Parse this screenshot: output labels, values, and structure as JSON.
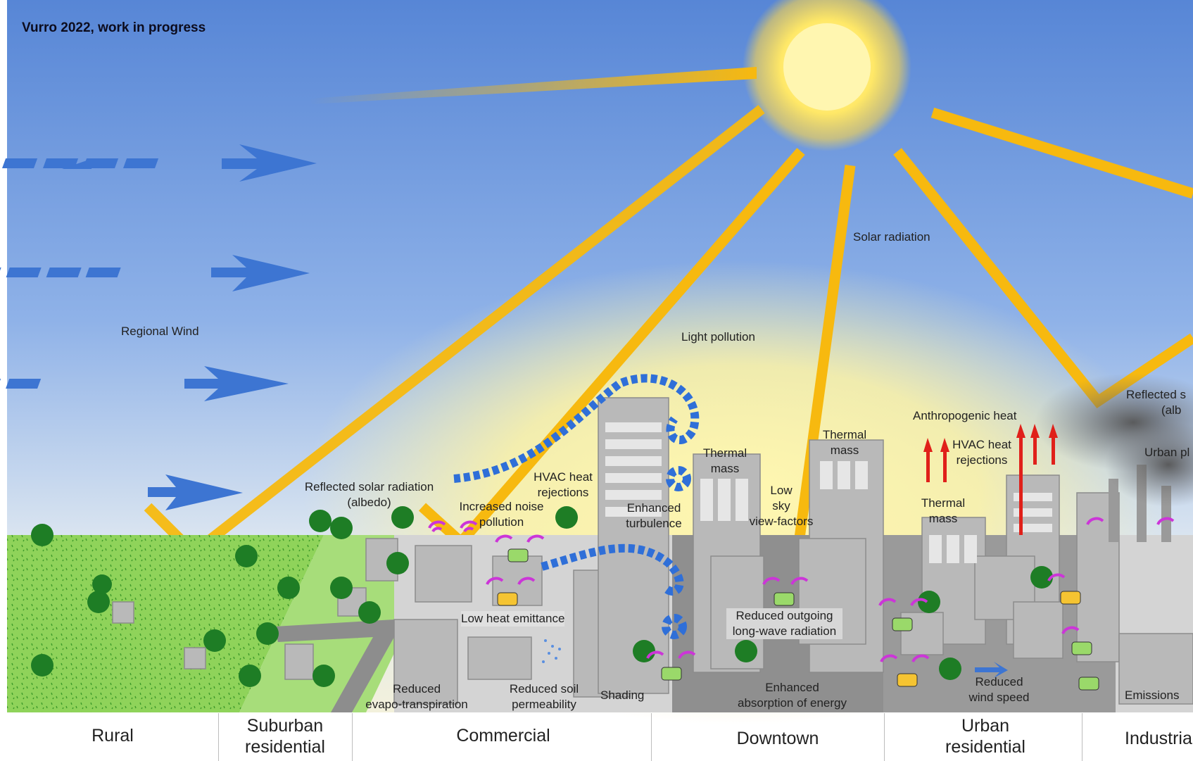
{
  "credit": "Vurro 2022, work in progress",
  "labels": {
    "regional_wind": "Regional Wind",
    "solar_radiation": "Solar radiation",
    "light_pollution": "Light pollution",
    "reflected_albedo_1": "Reflected solar radiation",
    "reflected_albedo_2": "(albedo)",
    "hvac_1_l1": "HVAC heat",
    "hvac_1_l2": "rejections",
    "noise_l1": "Increased noise",
    "noise_l2": "pollution",
    "enhanced_turbulence_l1": "Enhanced",
    "enhanced_turbulence_l2": "turbulence",
    "thermal_mass_1_l1": "Thermal",
    "thermal_mass_1_l2": "mass",
    "low_sky_l1": "Low",
    "low_sky_l2": "sky",
    "low_sky_l3": "view-factors",
    "thermal_mass_2_l1": "Thermal",
    "thermal_mass_2_l2": "mass",
    "anthropogenic_heat": "Anthropogenic heat",
    "hvac_2_l1": "HVAC heat",
    "hvac_2_l2": "rejections",
    "thermal_mass_3_l1": "Thermal",
    "thermal_mass_3_l2": "mass",
    "reflected_right_l1": "Reflected s",
    "reflected_right_l2": "(alb",
    "urban_right": "Urban pl",
    "low_heat_emittance": "Low heat emittance",
    "reduced_longwave_l1": "Reduced outgoing",
    "reduced_longwave_l2": "long-wave radiation",
    "reduced_evapo_l1": "Reduced",
    "reduced_evapo_l2": "evapo-transpiration",
    "reduced_soil_l1": "Reduced soil",
    "reduced_soil_l2": "permeability",
    "shading": "Shading",
    "enhanced_absorption_l1": "Enhanced",
    "enhanced_absorption_l2": "absorption of energy",
    "reduced_wind_l1": "Reduced",
    "reduced_wind_l2": "wind speed",
    "emissions": "Emissions"
  },
  "zones": {
    "rural": "Rural",
    "suburban_l1": "Suburban",
    "suburban_l2": "residential",
    "commercial": "Commercial",
    "downtown": "Downtown",
    "urban_l1": "Urban",
    "urban_l2": "residential",
    "industrial": "Industria"
  },
  "colors": {
    "sky_top": "#5b8ad9",
    "sky_mid": "#a9c5ef",
    "glow": "#fff3a8",
    "sun": "#ffe65a",
    "ray": "#f7b90f",
    "wind_arrow": "#3d75d2",
    "grass": "#8fd35a",
    "building": "#b9b9b9",
    "road": "#8d8d8d",
    "tree": "#1e7d25",
    "car_signal": "#cc35d8",
    "heat_arrow": "#e0201a",
    "smoke": "#6f6f6f"
  }
}
